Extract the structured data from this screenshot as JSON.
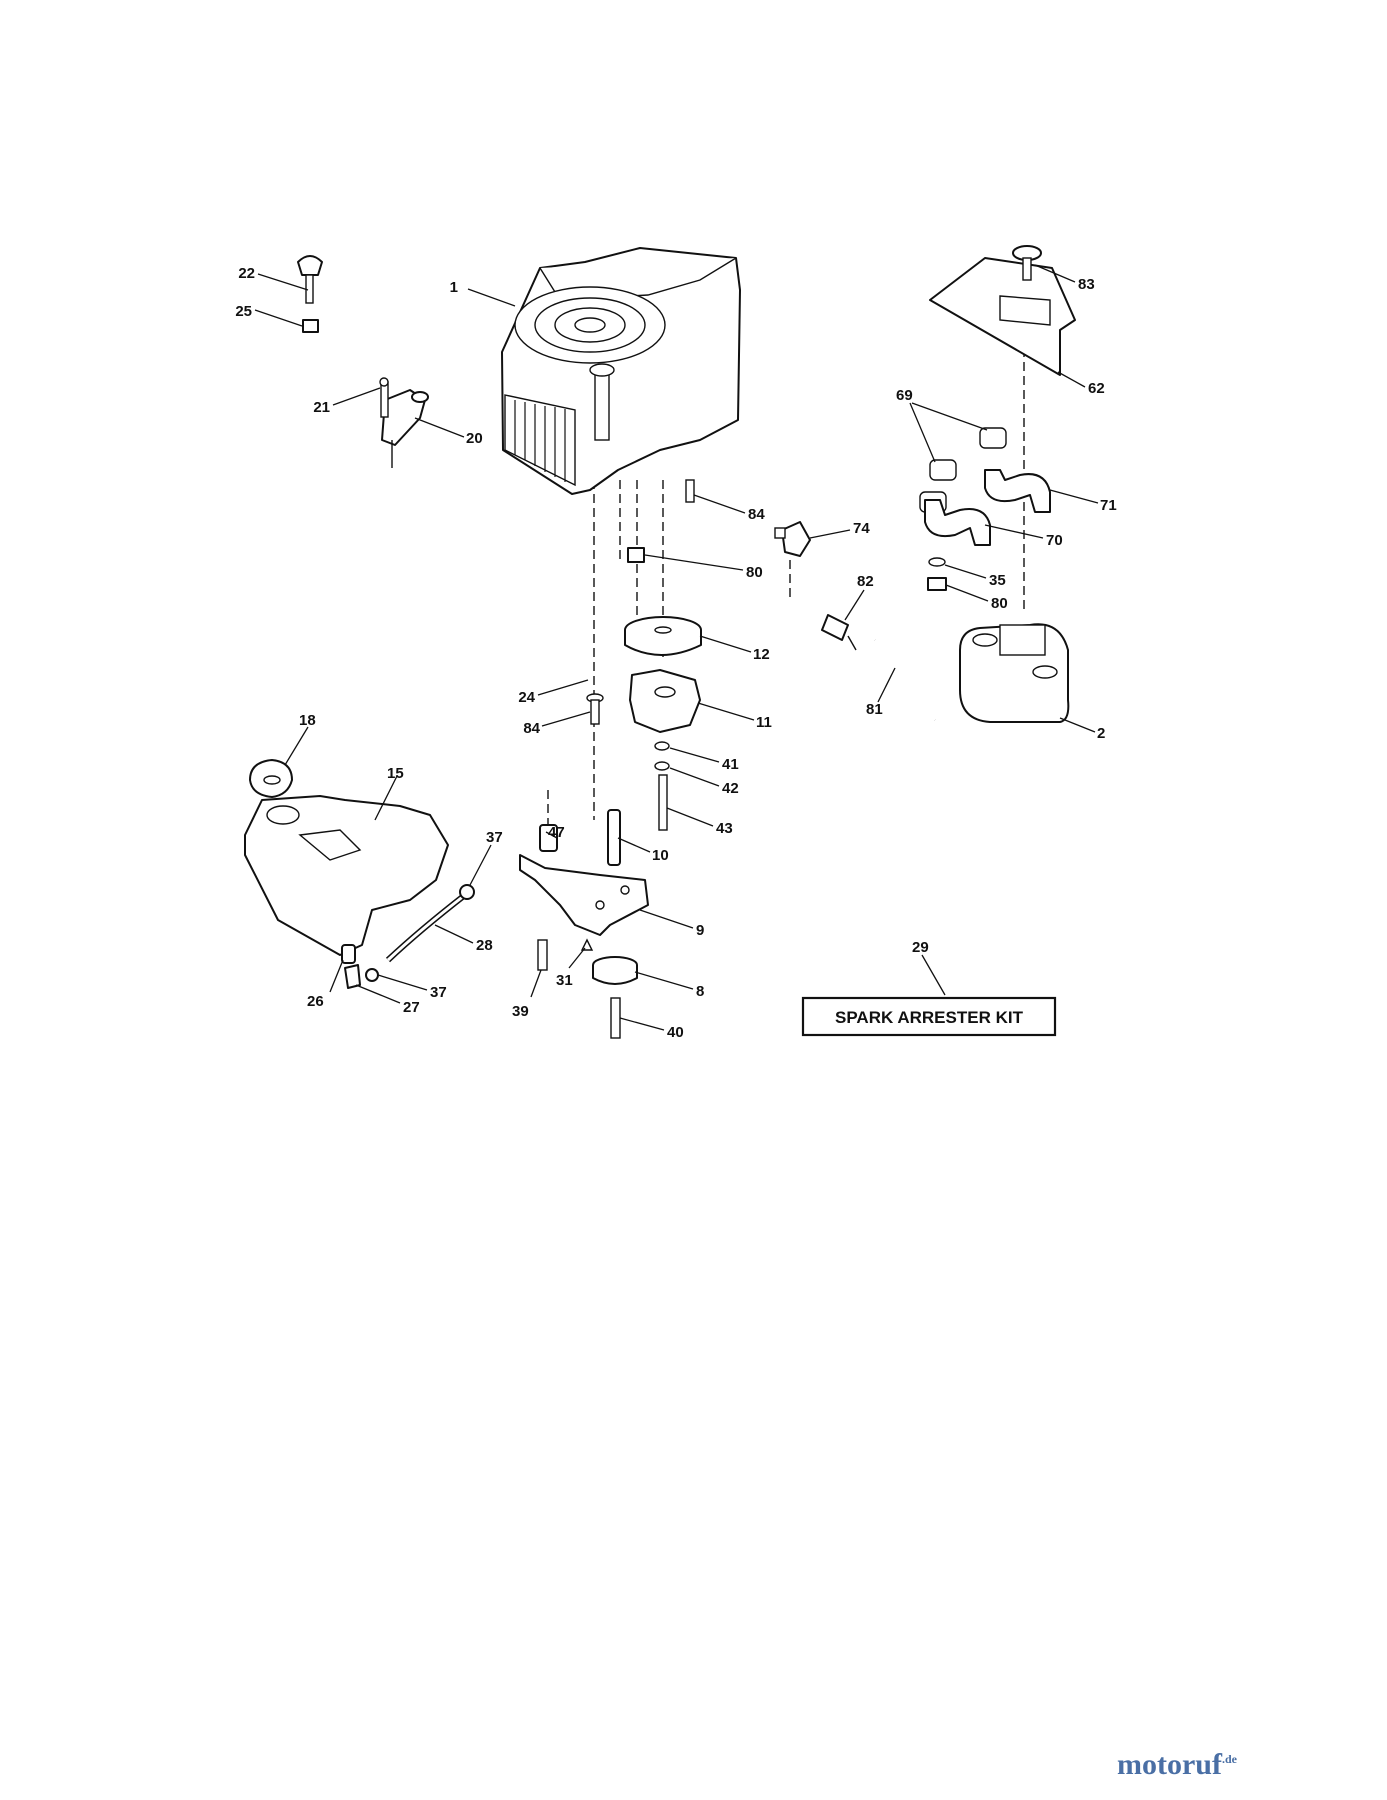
{
  "callouts": [
    {
      "id": "1",
      "label": "1"
    },
    {
      "id": "2",
      "label": "2"
    },
    {
      "id": "8",
      "label": "8"
    },
    {
      "id": "9",
      "label": "9"
    },
    {
      "id": "10",
      "label": "10"
    },
    {
      "id": "11",
      "label": "11"
    },
    {
      "id": "12",
      "label": "12"
    },
    {
      "id": "15",
      "label": "15"
    },
    {
      "id": "18",
      "label": "18"
    },
    {
      "id": "20",
      "label": "20"
    },
    {
      "id": "21",
      "label": "21"
    },
    {
      "id": "22",
      "label": "22"
    },
    {
      "id": "24",
      "label": "24"
    },
    {
      "id": "25",
      "label": "25"
    },
    {
      "id": "26",
      "label": "26"
    },
    {
      "id": "27",
      "label": "27"
    },
    {
      "id": "28",
      "label": "28"
    },
    {
      "id": "29",
      "label": "29"
    },
    {
      "id": "31",
      "label": "31"
    },
    {
      "id": "35",
      "label": "35"
    },
    {
      "id": "37a",
      "label": "37"
    },
    {
      "id": "37b",
      "label": "37"
    },
    {
      "id": "39",
      "label": "39"
    },
    {
      "id": "40",
      "label": "40"
    },
    {
      "id": "41",
      "label": "41"
    },
    {
      "id": "42",
      "label": "42"
    },
    {
      "id": "43",
      "label": "43"
    },
    {
      "id": "47",
      "label": "47"
    },
    {
      "id": "62",
      "label": "62"
    },
    {
      "id": "69",
      "label": "69"
    },
    {
      "id": "70",
      "label": "70"
    },
    {
      "id": "71",
      "label": "71"
    },
    {
      "id": "74",
      "label": "74"
    },
    {
      "id": "80a",
      "label": "80"
    },
    {
      "id": "80b",
      "label": "80"
    },
    {
      "id": "81",
      "label": "81"
    },
    {
      "id": "82",
      "label": "82"
    },
    {
      "id": "83",
      "label": "83"
    },
    {
      "id": "84a",
      "label": "84"
    },
    {
      "id": "84b",
      "label": "84"
    }
  ],
  "kit_label": "SPARK ARRESTER KIT",
  "watermark": {
    "main": "motoruf",
    "suffix": ".de"
  }
}
